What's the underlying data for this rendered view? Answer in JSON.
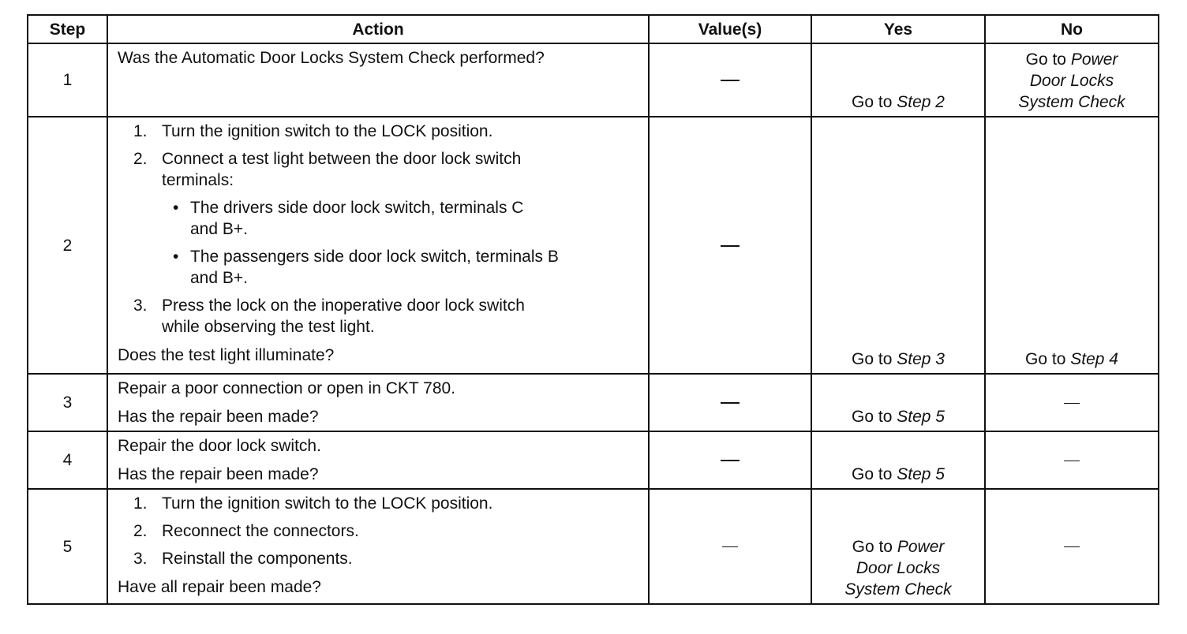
{
  "headers": {
    "step": "Step",
    "action": "Action",
    "values": "Value(s)",
    "yes": "Yes",
    "no": "No"
  },
  "rows": [
    {
      "step": "1",
      "question": "Was the Automatic Door Locks System Check performed?",
      "yes": {
        "prefix": "Go to",
        "target": "Step 2"
      },
      "no": {
        "prefix": "Go to",
        "target_l1": "Power",
        "target_l2": "Door Locks",
        "target_l3": "System Check"
      }
    },
    {
      "step": "2",
      "steps": [
        {
          "num": "1.",
          "text": "Turn the ignition switch to the LOCK position."
        },
        {
          "num": "2.",
          "text_l1": "Connect a test light between the door lock switch",
          "text_l2": "terminals:"
        },
        {
          "num": "3.",
          "text_l1": "Press the lock on the inoperative door lock switch",
          "text_l2": "while observing the test light."
        }
      ],
      "bullets": [
        {
          "bullet": "•",
          "text_l1": "The drivers side door lock switch, terminals C",
          "text_l2": "and B+."
        },
        {
          "bullet": "•",
          "text_l1": "The passengers side door lock switch, terminals B",
          "text_l2": "and B+."
        }
      ],
      "question": "Does the test light illuminate?",
      "yes": {
        "prefix": "Go to",
        "target": "Step 3"
      },
      "no": {
        "prefix": "Go to",
        "target": "Step 4"
      }
    },
    {
      "step": "3",
      "instruction": "Repair a poor connection or open in CKT 780.",
      "question": "Has the repair been made?",
      "yes": {
        "prefix": "Go to",
        "target": "Step 5"
      }
    },
    {
      "step": "4",
      "instruction": "Repair the door lock switch.",
      "question": "Has the repair been made?",
      "yes": {
        "prefix": "Go to",
        "target": "Step 5"
      }
    },
    {
      "step": "5",
      "steps": [
        {
          "num": "1.",
          "text": "Turn the ignition switch to the LOCK position."
        },
        {
          "num": "2.",
          "text": "Reconnect the connectors."
        },
        {
          "num": "3.",
          "text": "Reinstall the components."
        }
      ],
      "question": "Have all repair been made?",
      "yes": {
        "prefix": "Go to",
        "target_l1": "Power",
        "target_l2": "Door Locks",
        "target_l3": "System Check"
      }
    }
  ]
}
